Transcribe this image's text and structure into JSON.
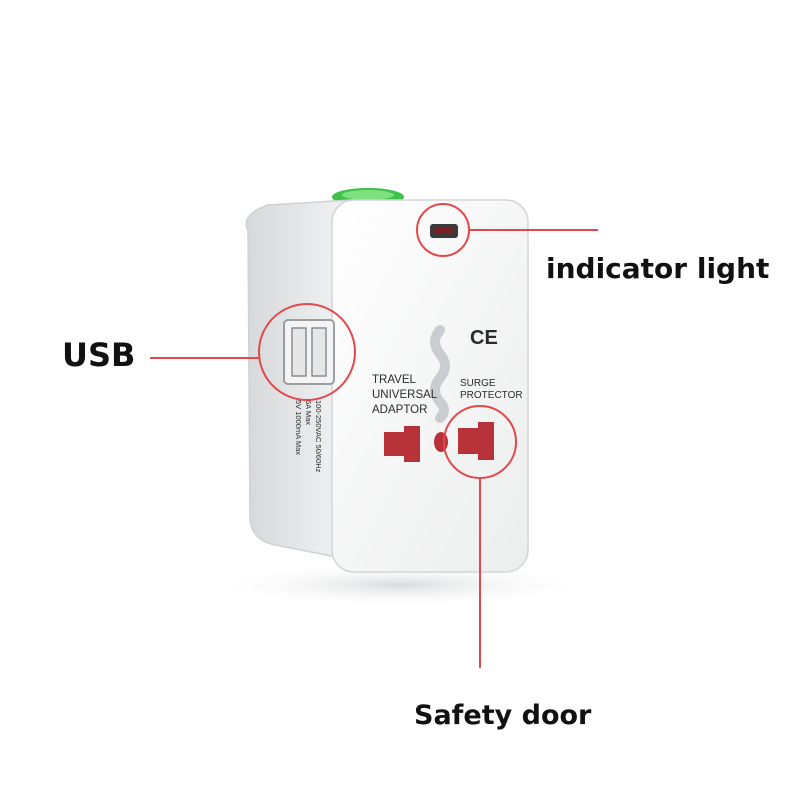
{
  "callouts": {
    "indicator": "indicator light",
    "usb": "USB",
    "safety": "Safety door"
  },
  "adapter": {
    "ce_mark": "CE",
    "travel_lines": [
      "TRAVEL",
      "UNIVERSAL",
      "ADAPTOR"
    ],
    "surge_lines": [
      "SURGE",
      "PROTECTOR"
    ],
    "side_spec_lines": [
      "100-250VAC 50/60Hz",
      "6A Max",
      "5V 1000mA Max"
    ]
  },
  "colors": {
    "callout_line": "#e2494b",
    "outlet_red": "#b8323a",
    "indicator_button": "#3ec24a",
    "ce_mark": "#e8782a"
  }
}
